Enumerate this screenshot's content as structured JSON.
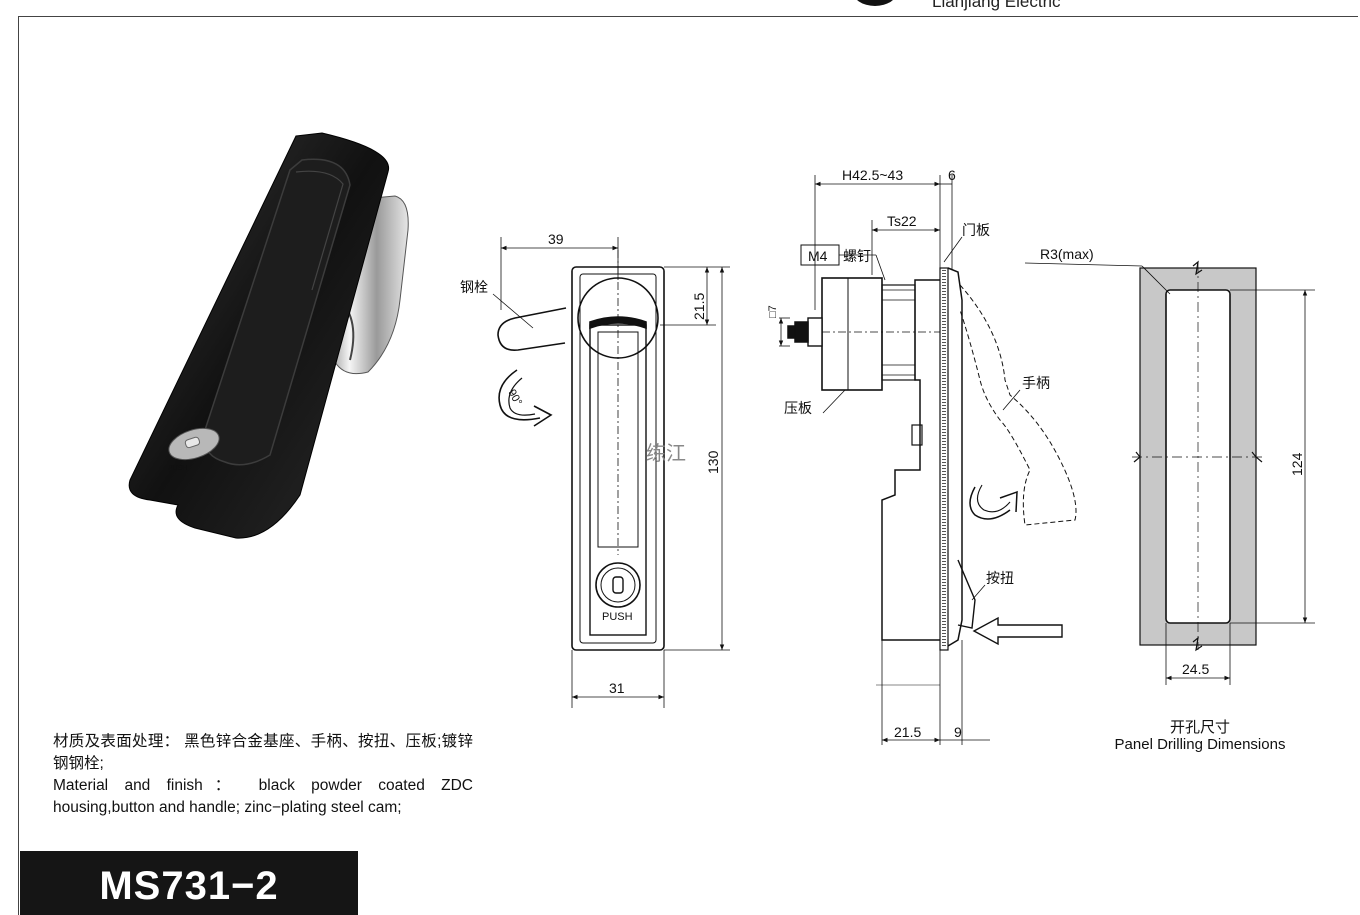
{
  "brand": {
    "subtitle": "Lianjiang Electric"
  },
  "photo": {
    "button_text": "PUSH"
  },
  "front_view": {
    "width_top": "39",
    "height_total": "130",
    "top_offset": "21.5",
    "width_bottom": "31",
    "rotation": "90°",
    "cam_label": "钢栓",
    "push_text": "PUSH",
    "watermark": "练江"
  },
  "side_view": {
    "depth": "H42.5~43",
    "depth_right": "6",
    "thread": "Ts22",
    "screw_size": "M4",
    "screw_label": "螺钉",
    "door_label": "门板",
    "square": "□7",
    "plate_label": "压板",
    "handle_label": "手柄",
    "button_label": "按扭",
    "bottom_left": "21.5",
    "bottom_right": "9"
  },
  "cutout": {
    "radius": "R3(max)",
    "height": "124",
    "width": "24.5",
    "caption_cn": "开孔尺寸",
    "caption_en": "Panel Drilling Dimensions"
  },
  "description": {
    "cn": "材质及表面处理： 黑色锌合金基座、手柄、按扭、压板;镀锌钢钢栓;",
    "en": "Material and finish： black powder coated ZDC housing,button and handle; zinc−plating steel cam;"
  },
  "model": "MS731−2",
  "colors": {
    "label_bg": "#151515",
    "label_text": "#ffffff",
    "cutout_fill": "#c8c8c8"
  }
}
